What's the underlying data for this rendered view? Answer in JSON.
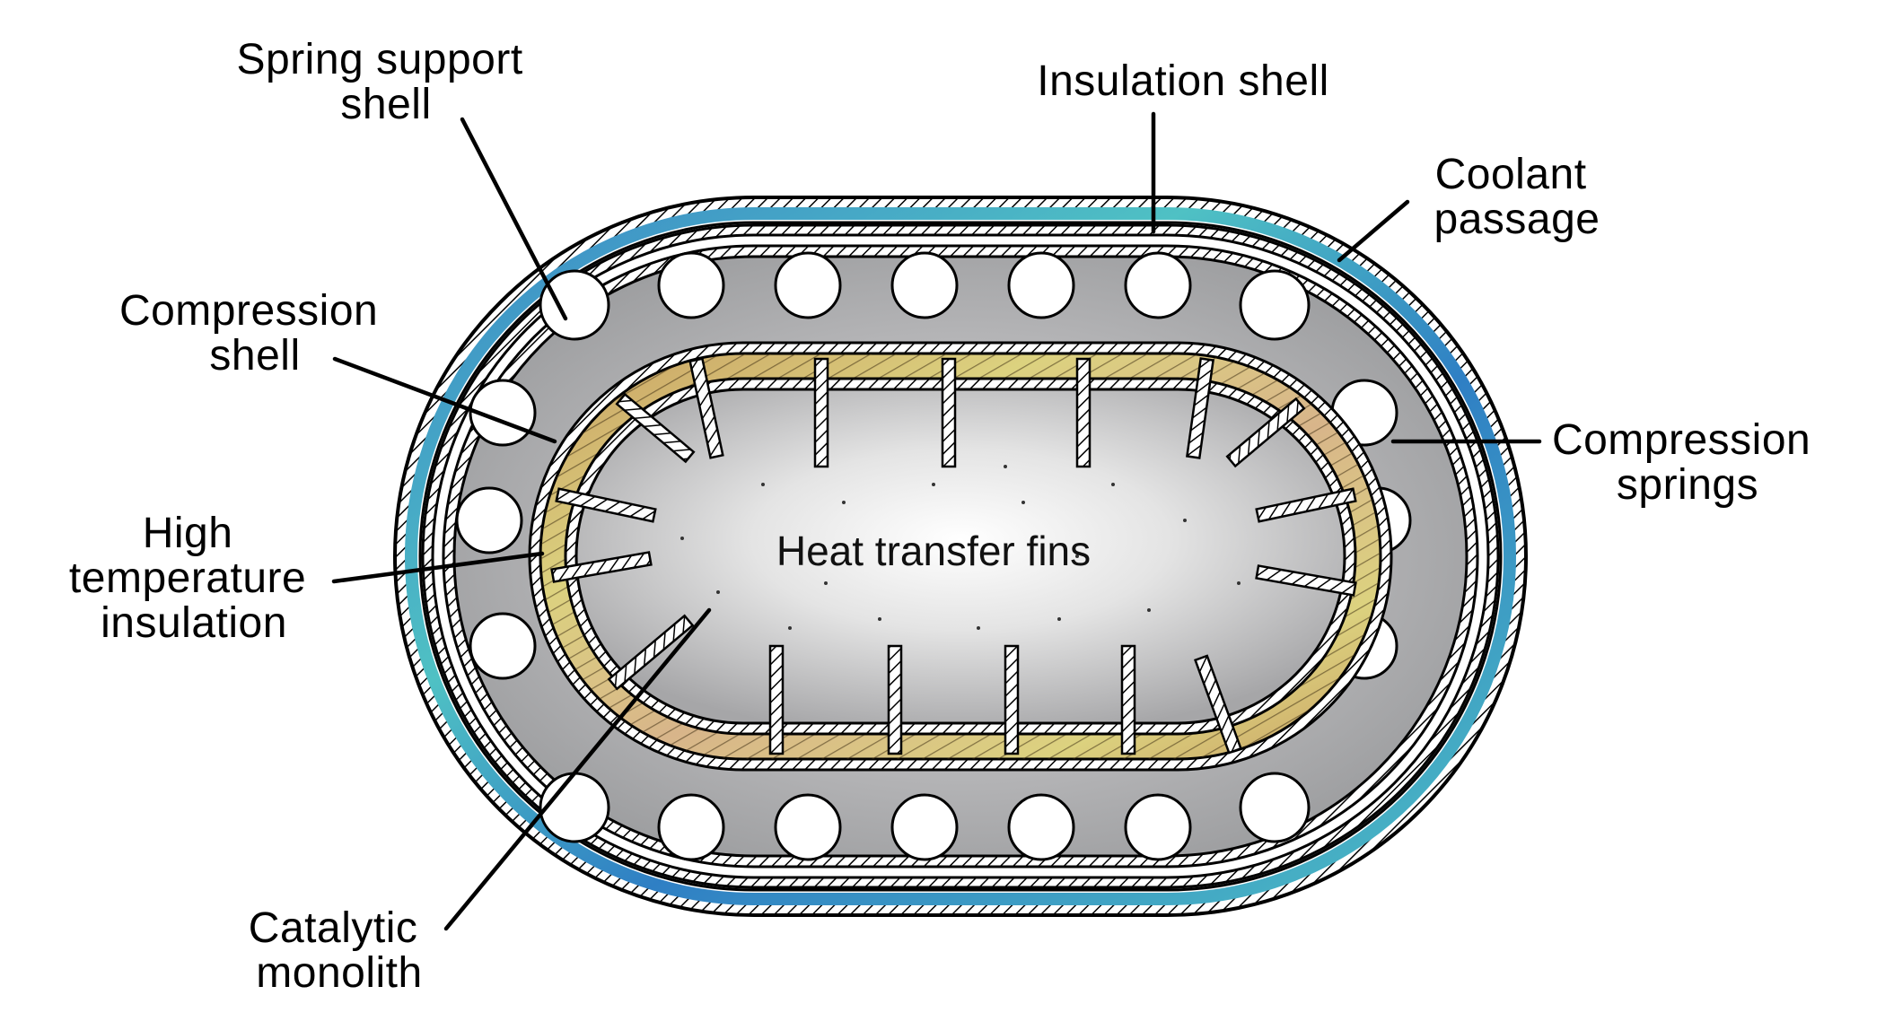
{
  "diagram": {
    "labels": {
      "spring_support_shell": [
        "Spring support",
        "shell"
      ],
      "insulation_shell": "Insulation shell",
      "coolant_passage": [
        "Coolant",
        "passage"
      ],
      "compression_shell": [
        "Compression",
        "shell"
      ],
      "compression_springs": [
        "Compression",
        "springs"
      ],
      "high_temperature_insulation": [
        "High",
        "temperature",
        "insulation"
      ],
      "heat_transfer_fins": "Heat transfer fins",
      "catalytic_monolith": [
        "Catalytic",
        "monolith"
      ]
    },
    "colors": {
      "coolant_blue": "#3a86c8",
      "coolant_teal": "#4fc1c4",
      "spring_gray": "#a9a9ab",
      "insulation_tan": "#c9a063",
      "insulation_yellow": "#dcd27f",
      "monolith_gray": "#b9b9bb",
      "outline": "#000000"
    }
  }
}
